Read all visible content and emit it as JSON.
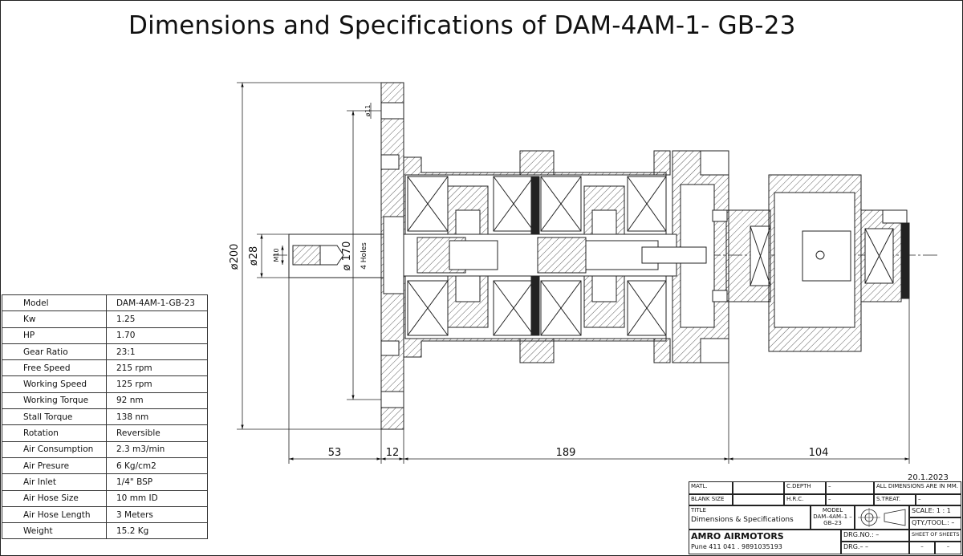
{
  "title": "Dimensions and Specifications of DAM-4AM-1- GB-23",
  "drawing": {
    "dia_200": "ø200",
    "dia_28": "ø28",
    "dia_170": "ø 170",
    "dia_11": "ø11",
    "thread": "M10",
    "holes": "4  Holes",
    "len_53": "53",
    "len_12": "12",
    "len_189": "189",
    "len_104": "104"
  },
  "specs": [
    {
      "key": "Model",
      "value": "DAM-4AM-1-GB-23"
    },
    {
      "key": "Kw",
      "value": "1.25"
    },
    {
      "key": "HP",
      "value": "1.70"
    },
    {
      "key": "Gear Ratio",
      "value": "23:1"
    },
    {
      "key": "Free Speed",
      "value": "215 rpm"
    },
    {
      "key": "Working Speed",
      "value": "125 rpm"
    },
    {
      "key": "Working Torque",
      "value": "92 nm"
    },
    {
      "key": "Stall Torque",
      "value": "138 nm"
    },
    {
      "key": "Rotation",
      "value": "Reversible"
    },
    {
      "key": "Air Consumption",
      "value": "2.3 m3/min"
    },
    {
      "key": "Air Presure",
      "value": "6 Kg/cm2"
    },
    {
      "key": "Air Inlet",
      "value": "1/4\" BSP"
    },
    {
      "key": "Air Hose Size",
      "value": "10 mm ID"
    },
    {
      "key": "Air Hose Length",
      "value": "3 Meters"
    },
    {
      "key": "Weight",
      "value": "15.2 Kg"
    }
  ],
  "title_block": {
    "date": "20.1.2023",
    "matl": "MATL.",
    "c_depth": "C.DEPTH",
    "c_depth_val": "–",
    "all_dims": "ALL DIMENSIONS ARE IN MM.",
    "blank_size": "BLANK SIZE",
    "hrc": "H.R.C.",
    "hrc_val": "–",
    "s_treat": "S.TREAT.",
    "s_treat_val": "–",
    "title_label": "TITLE",
    "title_value": "Dimensions  &  Specifications",
    "model_label": "MODEL",
    "model_value": "DAM–4AM–1 –GB–23",
    "scale": "SCALE:  1  :  1",
    "qty": "QTY./TOOL.:  –",
    "company": "AMRO  AIRMOTORS",
    "address": "Pune  411  041  .  9891035193",
    "drg_no": "DRG.NO.:  –",
    "drg": "DRG.–  –",
    "sheet": "SHEET OF SHEETS",
    "sheet_a": "–",
    "sheet_b": "–"
  }
}
